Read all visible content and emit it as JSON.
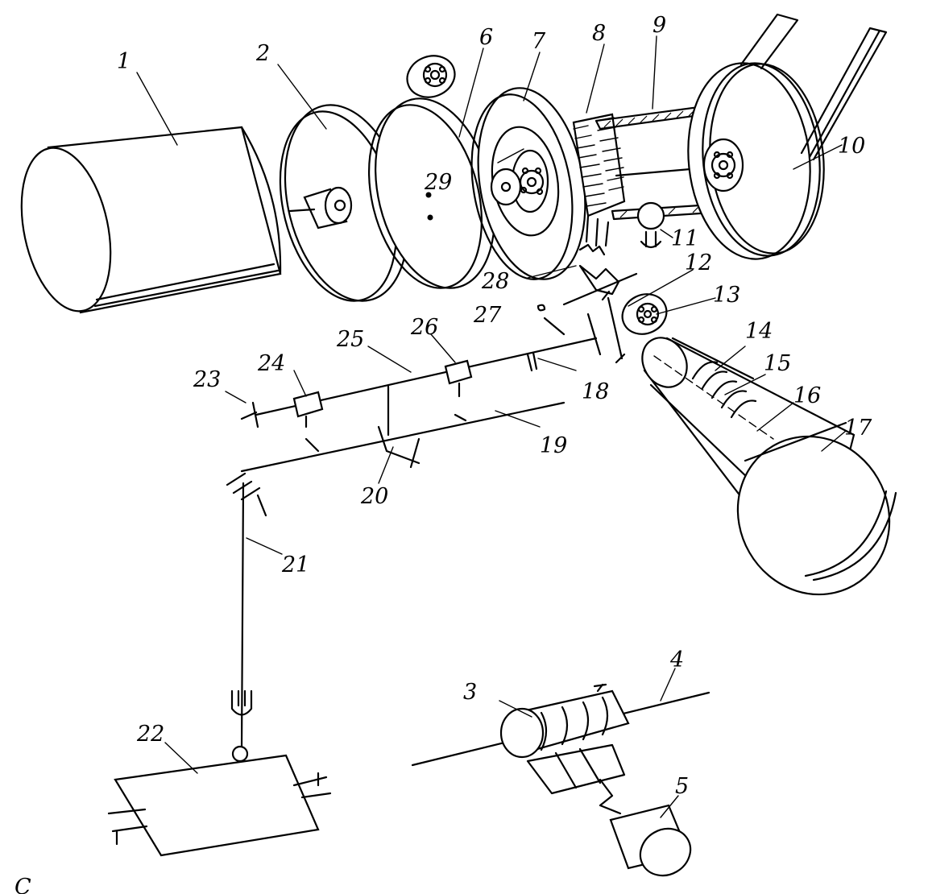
{
  "figure": {
    "labels": [
      "1",
      "2",
      "3",
      "4",
      "5",
      "6",
      "7",
      "8",
      "9",
      "10",
      "11",
      "12",
      "13",
      "14",
      "15",
      "16",
      "17",
      "18",
      "19",
      "20",
      "21",
      "22",
      "23",
      "24",
      "25",
      "26",
      "27",
      "28",
      "29"
    ],
    "corner_mark": "C"
  },
  "colors": {
    "ink": "#000000",
    "paper": "#ffffff"
  }
}
